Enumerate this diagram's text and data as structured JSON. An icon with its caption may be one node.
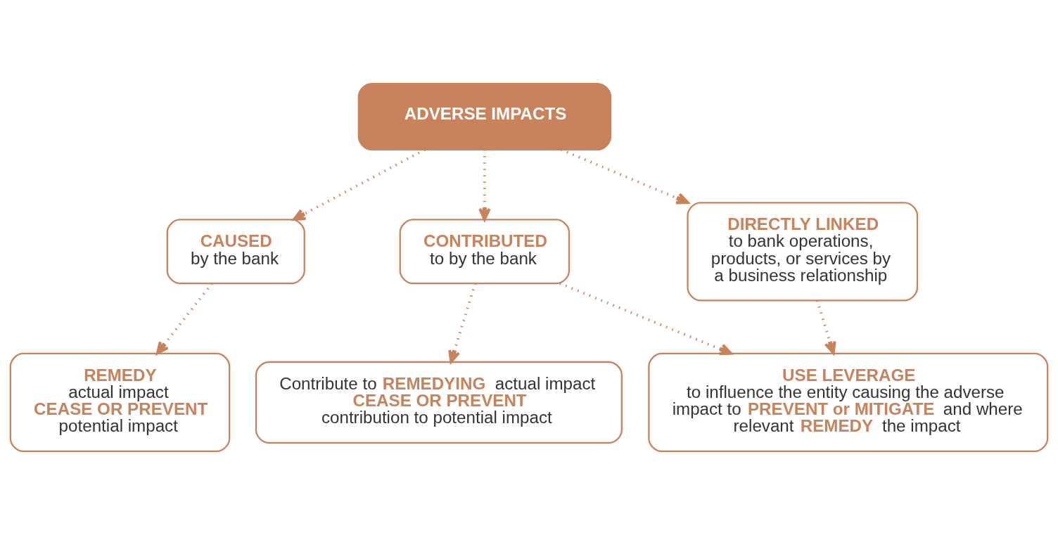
{
  "diagram": {
    "nodes": [
      {
        "text": [
          "ADVERSE IMPACTS"
        ]
      },
      {
        "text": [
          "CAUSED",
          "by the bank"
        ]
      },
      {
        "text": [
          "CONTRIBUTED",
          "to by the bank"
        ]
      },
      {
        "text": [
          "DIRECTLY LINKED",
          "to bank operations, products, or services by a business relationship"
        ]
      },
      {
        "text": [
          "REMEDY",
          "actual impact",
          "CEASE OR PREVENT",
          "potential impact"
        ]
      },
      {
        "text": [
          "Contribute to **REMEDYING** actual impact",
          "CEASE OR PREVENT",
          "contribution to potential impact"
        ]
      },
      {
        "text": [
          "USE LEVERAGE",
          "to influence the entity causing the adverse impact to **PREVENT or MITIGATE** and where relevant **REMEDY** the impact"
        ]
      }
    ],
    "edges": [
      {
        "from": 0,
        "to": 1,
        "arrow": "to",
        "style": "dashed"
      },
      {
        "from": 0,
        "to": 2,
        "arrow": "to",
        "style": "dashed"
      },
      {
        "from": 0,
        "to": 3,
        "arrow": "to",
        "style": "dashed"
      },
      {
        "from": 1,
        "to": 4,
        "arrow": "to",
        "style": "dashed"
      },
      {
        "from": 2,
        "to": 5,
        "arrow": "to",
        "style": "dashed"
      },
      {
        "from": 2,
        "to": 6,
        "arrow": "to",
        "style": "dashed"
      },
      {
        "from": 3,
        "to": 6,
        "arrow": "to",
        "style": "dashed"
      }
    ]
  }
}
